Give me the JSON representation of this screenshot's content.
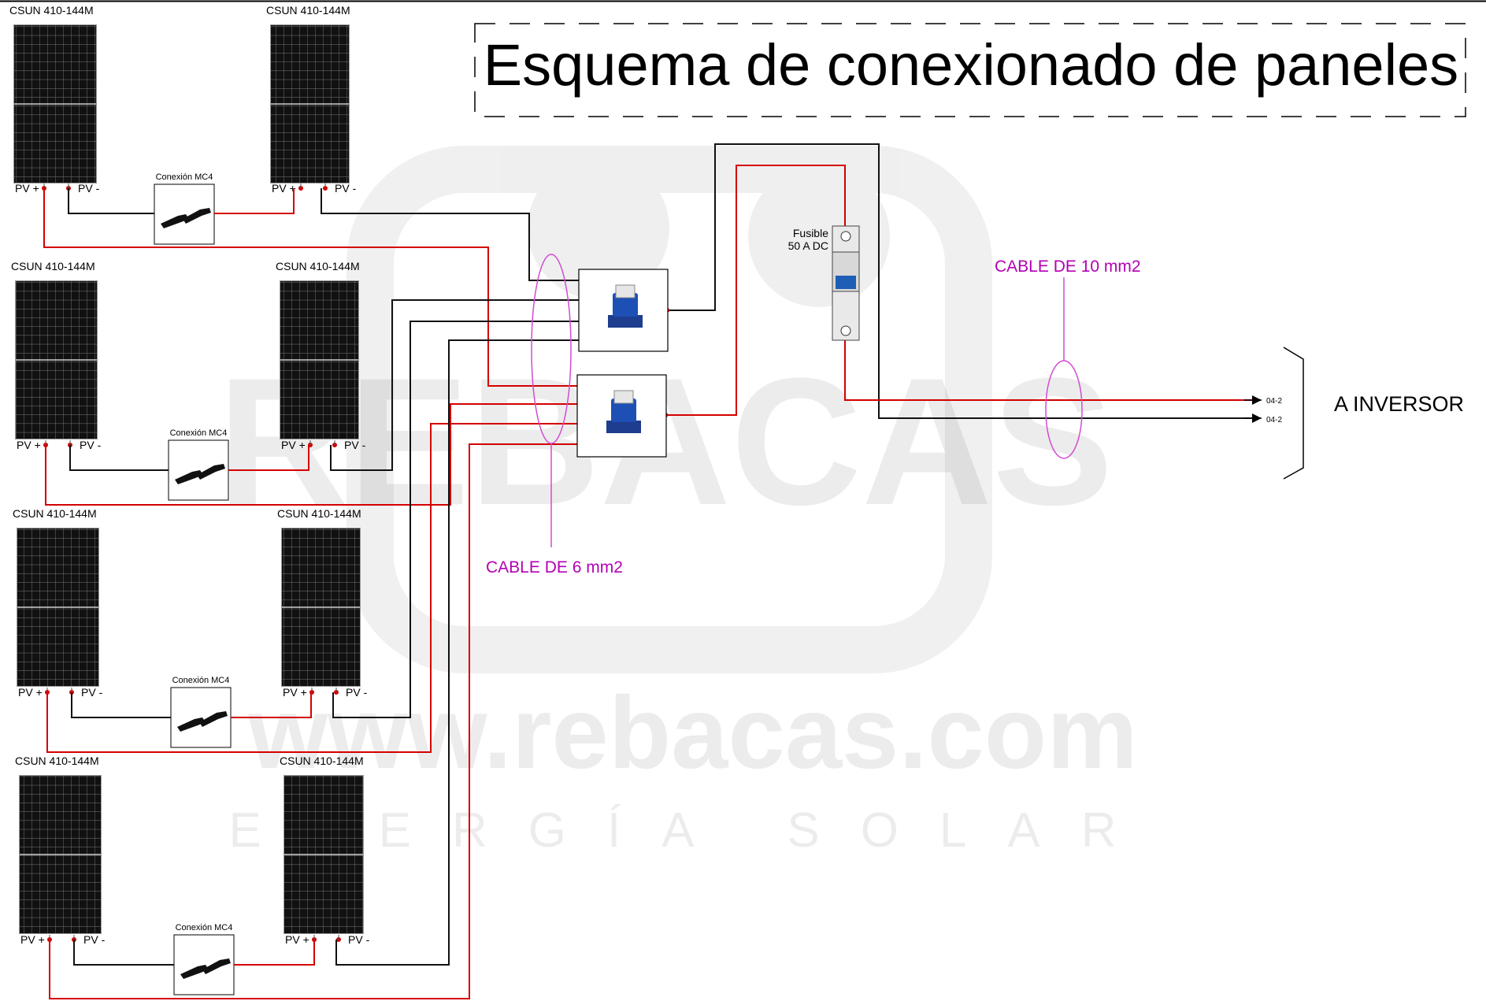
{
  "title": "Esquema de conexionado de paneles",
  "watermark": {
    "brand": "REBACAS",
    "url": "www.rebacas.com",
    "tagline": "ENERGÍA SOLAR"
  },
  "panel_model": "CSUN 410-144M",
  "pv_plus": "PV +",
  "pv_minus": "PV -",
  "mc4_label": "Conexión MC4",
  "fuse": {
    "line1": "Fusible",
    "line2": "50 A DC"
  },
  "cable_6": "CABLE DE 6 mm2",
  "cable_10": "CABLE DE 10 mm2",
  "inverter": "A INVERSOR",
  "terminal_ref": "04-2",
  "colors": {
    "positive": "#d40000",
    "negative": "#111111",
    "cable_marker": "#d24cd2"
  }
}
